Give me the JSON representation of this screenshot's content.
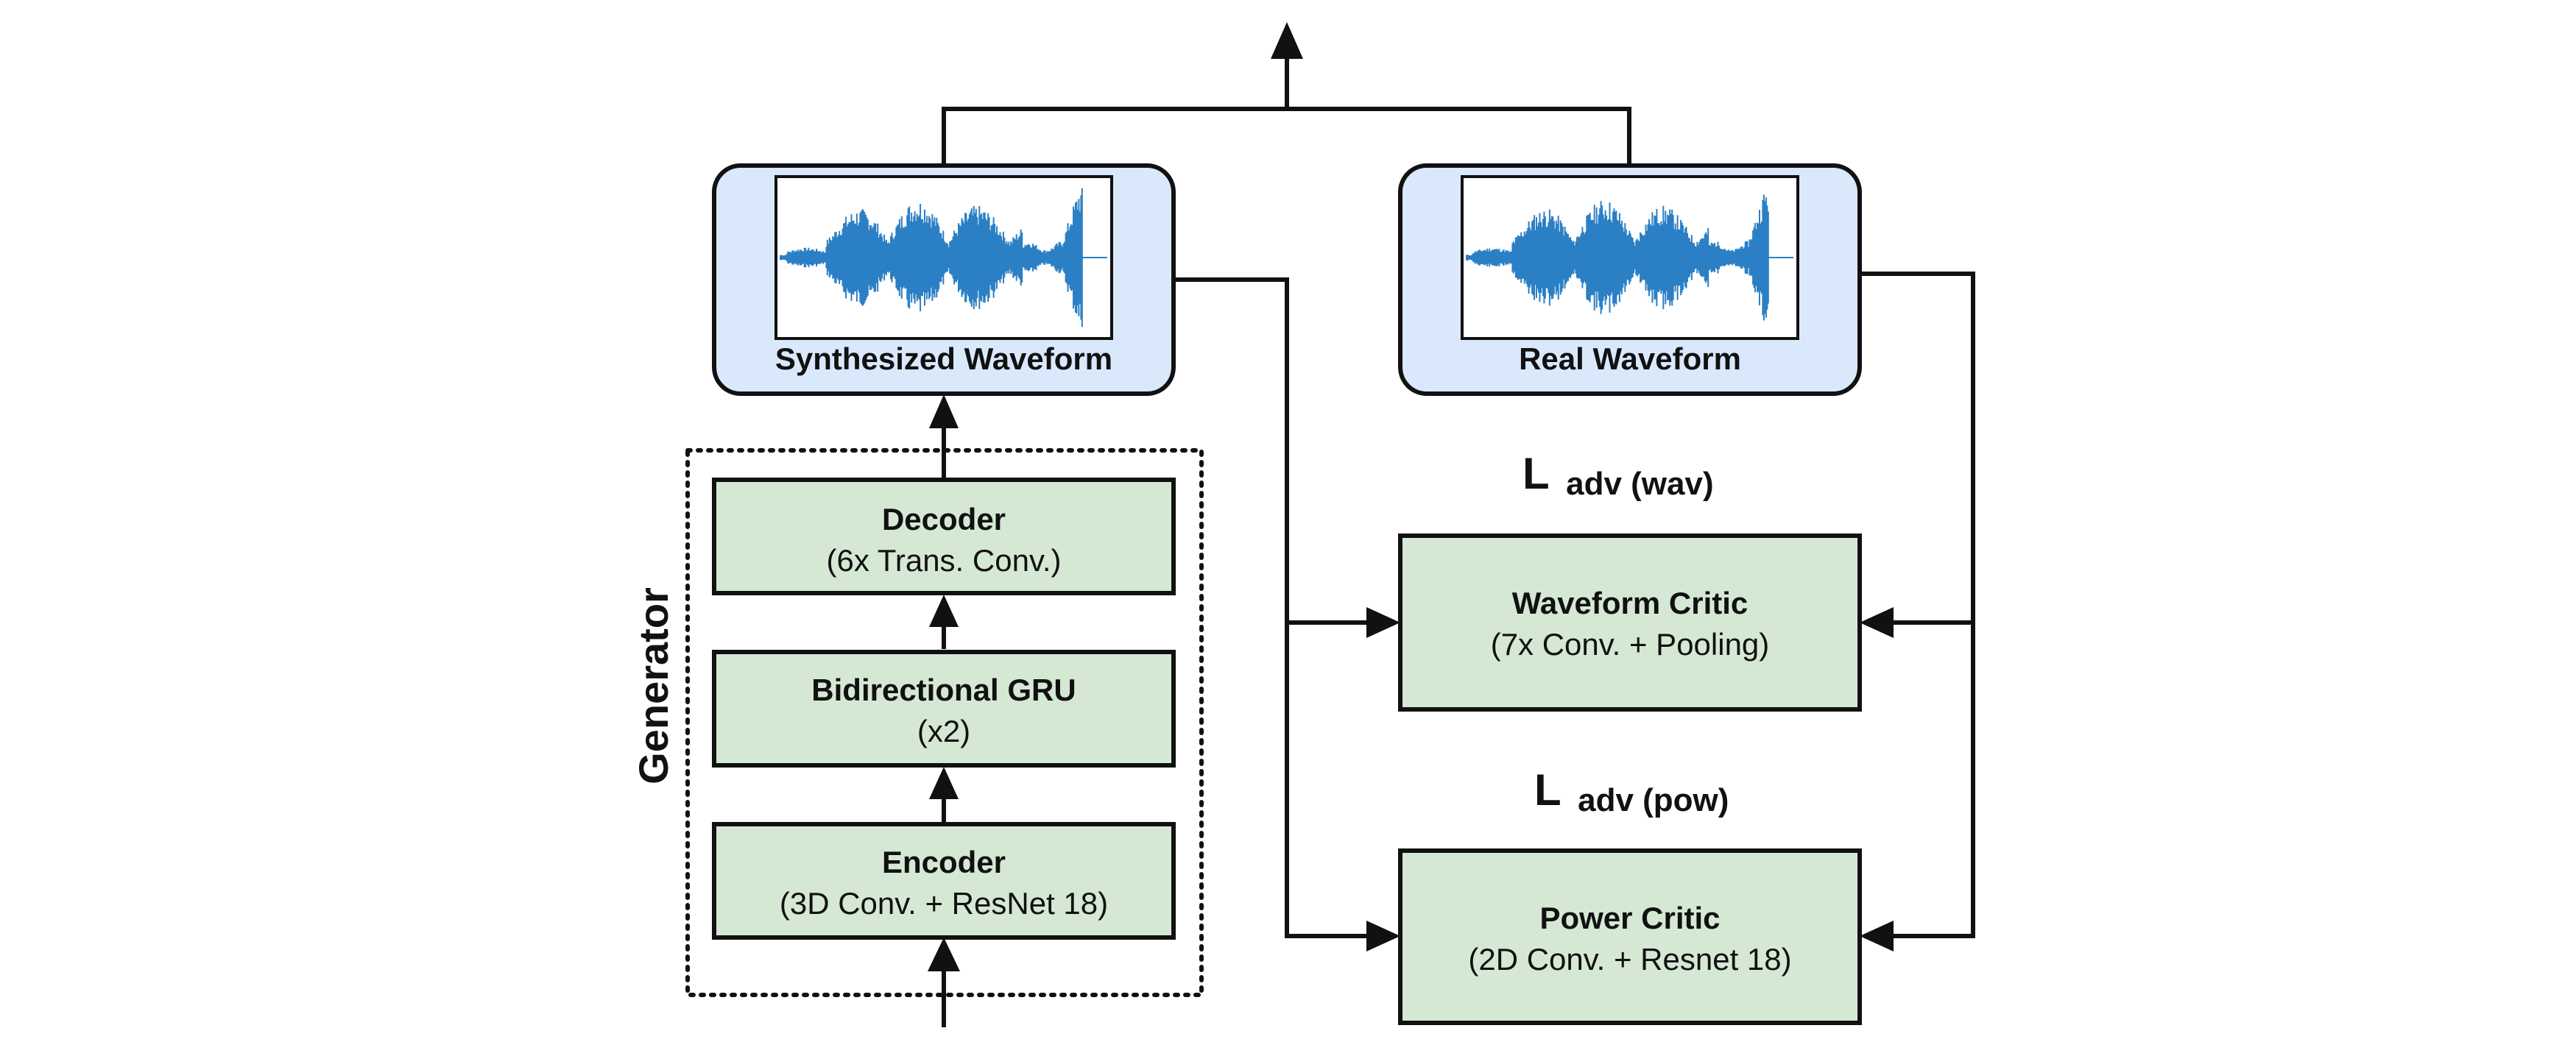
{
  "generator": {
    "label": "Generator",
    "encoder": {
      "title": "Encoder",
      "subtitle": "(3D Conv. + ResNet 18)"
    },
    "gru": {
      "title": "Bidirectional GRU",
      "subtitle": "(x2)"
    },
    "decoder": {
      "title": "Decoder",
      "subtitle": "(6x Trans. Conv.)"
    }
  },
  "synthesized": {
    "label": "Synthesized Waveform"
  },
  "real": {
    "label": "Real Waveform"
  },
  "waveform_critic": {
    "title": "Waveform Critic",
    "subtitle": "(7x Conv. + Pooling)",
    "loss_main": "L",
    "loss_sub": "adv (wav)"
  },
  "power_critic": {
    "title": "Power Critic",
    "subtitle": "(2D Conv. + Resnet 18)",
    "loss_main": "L",
    "loss_sub": "adv (pow)"
  },
  "colors": {
    "module_fill": "#d5e8d4",
    "waveform_panel_fill": "#dae8fc",
    "waveform_trace": "#2b7fc4",
    "stroke": "#111111"
  }
}
